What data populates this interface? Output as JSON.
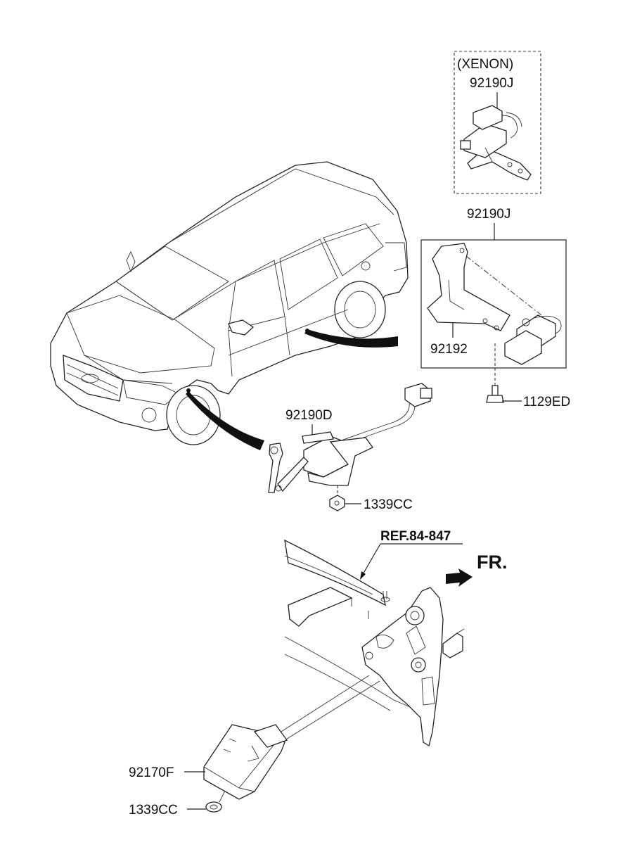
{
  "labels": {
    "xenon": "(XENON)",
    "sensor_xenon": "92190J",
    "sensor_rear": "92190J",
    "bracket": "92192",
    "bolt": "1129ED",
    "sensor_front": "92190D",
    "nut_front": "1339CC",
    "ref": "REF.84-847",
    "fr": "FR.",
    "ecu": "92170F",
    "nut_ecu": "1339CC"
  }
}
